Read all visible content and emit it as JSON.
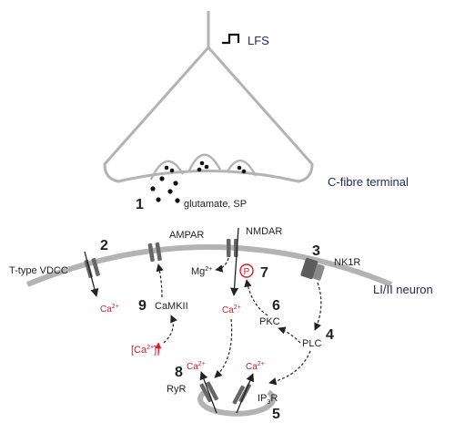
{
  "stimulus": {
    "label": "LFS"
  },
  "terminal": {
    "label": "C-fibre terminal",
    "number": "1",
    "release_label": "glutamate, SP"
  },
  "neuron": {
    "label": "LI/II neuron"
  },
  "channels": {
    "vdcc": {
      "number": "2",
      "label": "T-type VDCC",
      "ion": "Ca"
    },
    "ampar": {
      "label": "AMPAR"
    },
    "nmdar": {
      "label": "NMDAR",
      "mg": "Mg",
      "ion": "Ca"
    },
    "nk1r": {
      "number": "3",
      "label": "NK1R"
    }
  },
  "pathway": {
    "plc": {
      "number": "4",
      "label": "PLC"
    },
    "ip3r": {
      "number": "5",
      "label": "IP",
      "sub": "3",
      "label_end": "R"
    },
    "pkc": {
      "number": "6",
      "label": "PKC"
    },
    "phospho": {
      "number": "7",
      "symbol": "P"
    },
    "ryr": {
      "number": "8",
      "label": "RyR",
      "ion": "Ca"
    },
    "camkii": {
      "number": "9",
      "label": "CaMKII"
    },
    "ca_rise": {
      "open": "[Ca",
      "close": "]",
      "arrow": "↑"
    }
  },
  "ion_charge": "2+",
  "colors": {
    "membrane": "#b3b3b3",
    "channel": "#666666",
    "text_navy": "#1f2a6b",
    "calcium": "#d0202a"
  }
}
